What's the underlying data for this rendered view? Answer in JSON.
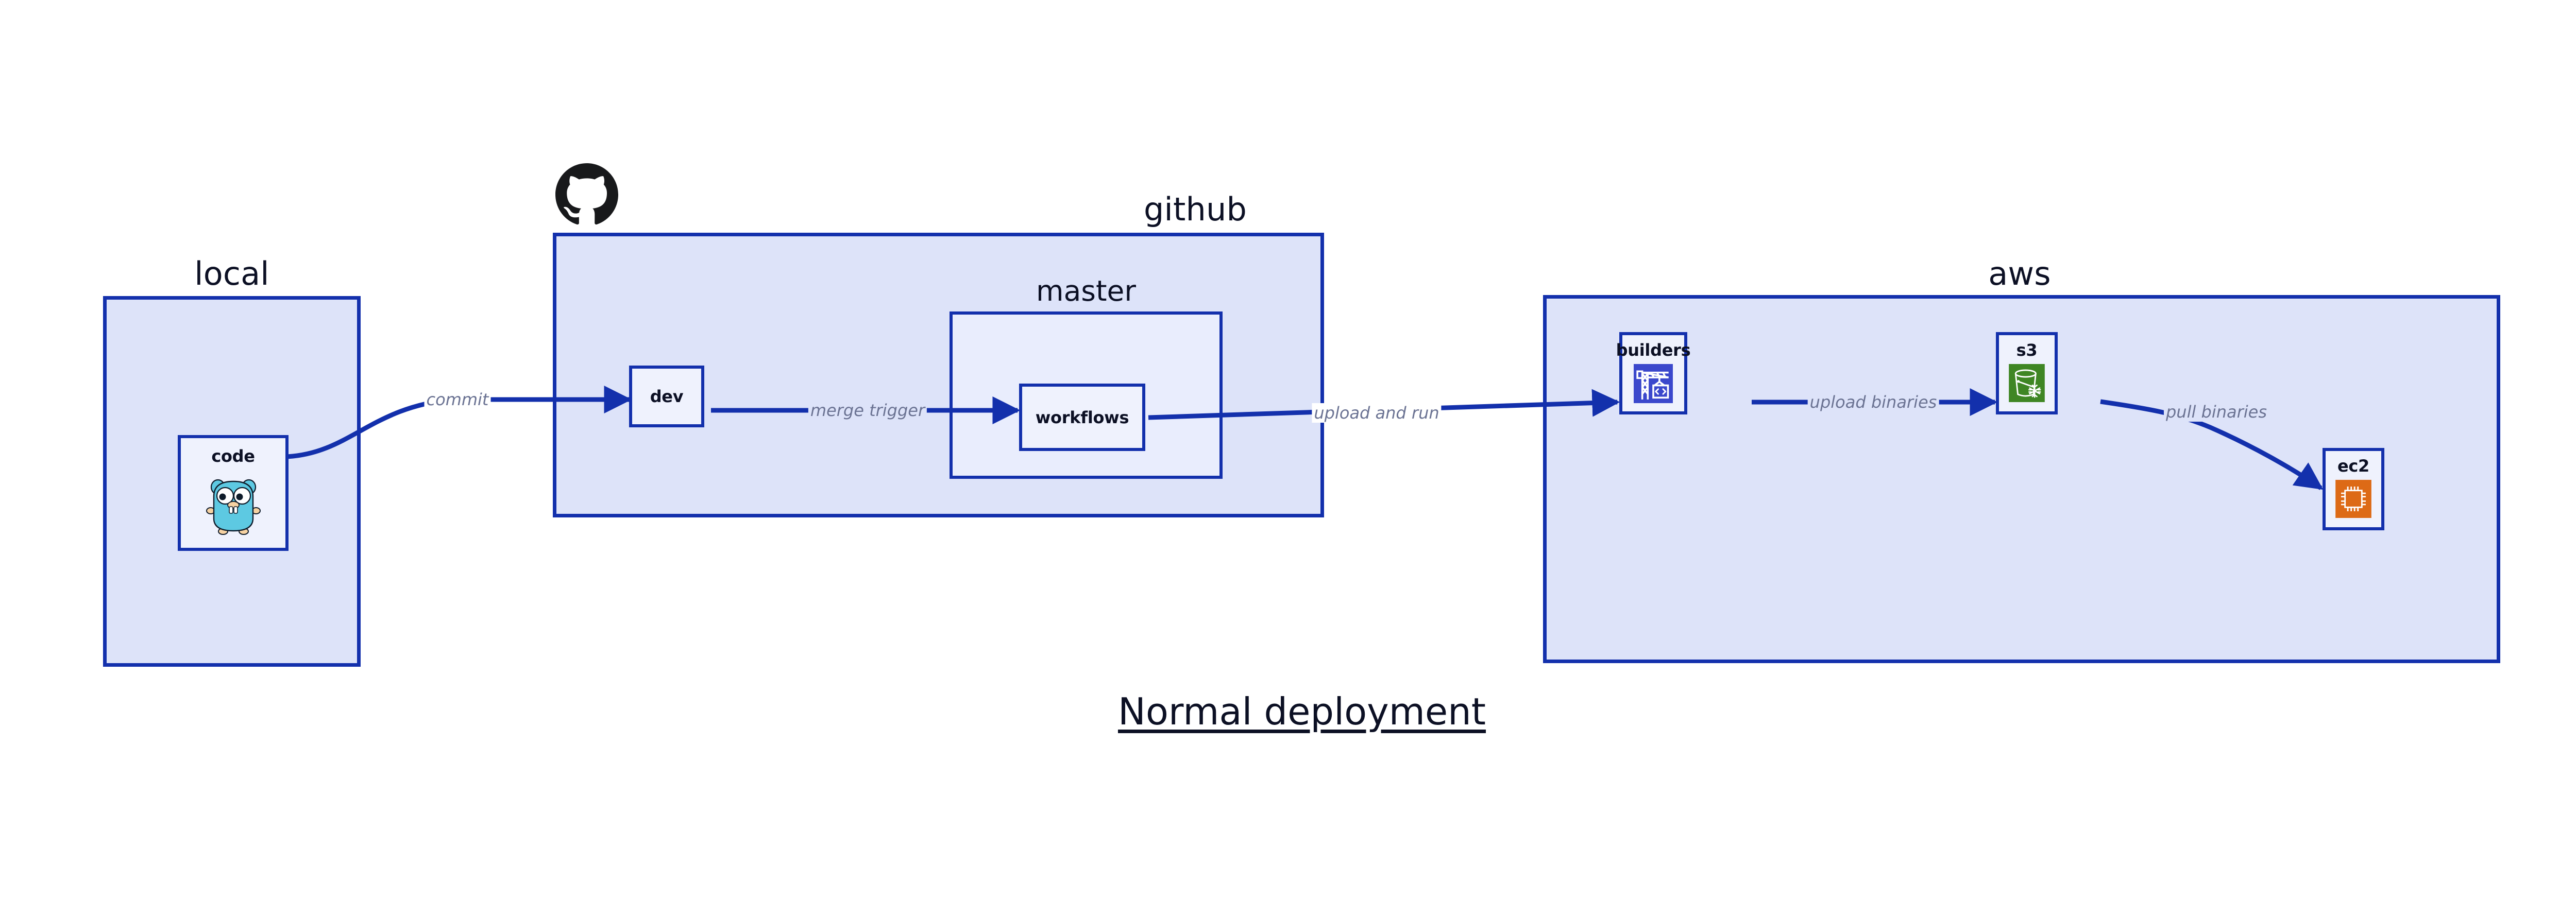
{
  "diagram": {
    "title": "Normal deployment",
    "background": "#ffffff",
    "accent_color": "#1330ac",
    "group_fill": "#dde3f9",
    "sub_fill": "#e9edfd",
    "node_fill": "#eff2fd",
    "label_color": "#6b7393"
  },
  "groups": [
    {
      "id": "local",
      "label": "local"
    },
    {
      "id": "github",
      "label": "github"
    },
    {
      "id": "aws",
      "label": "aws"
    }
  ],
  "subgroups": [
    {
      "id": "master",
      "label": "master",
      "parent": "github"
    }
  ],
  "nodes": [
    {
      "id": "code",
      "label": "code",
      "icon": "go-gopher-icon",
      "parent": "local"
    },
    {
      "id": "dev",
      "label": "dev",
      "icon": "none",
      "parent": "github"
    },
    {
      "id": "workflows",
      "label": "workflows",
      "icon": "none",
      "parent": "master"
    },
    {
      "id": "builders",
      "label": "builders",
      "icon": "aws-codebuild-icon",
      "parent": "aws",
      "icon_color": "#3b48cc"
    },
    {
      "id": "s3",
      "label": "s3",
      "icon": "aws-s3-glacier-icon",
      "parent": "aws",
      "icon_color": "#3f8624"
    },
    {
      "id": "ec2",
      "label": "ec2",
      "icon": "aws-ec2-icon",
      "parent": "aws",
      "icon_color": "#dd6a16"
    }
  ],
  "edges": [
    {
      "id": "commit",
      "from": "code",
      "to": "dev",
      "label": "commit"
    },
    {
      "id": "merge-trigger",
      "from": "dev",
      "to": "workflows",
      "label": "merge trigger"
    },
    {
      "id": "upload-and-run",
      "from": "workflows",
      "to": "builders",
      "label": "upload and run"
    },
    {
      "id": "upload-binaries",
      "from": "builders",
      "to": "s3",
      "label": "upload binaries"
    },
    {
      "id": "pull-binaries",
      "from": "s3",
      "to": "ec2",
      "label": "pull binaries"
    }
  ],
  "logos": [
    {
      "id": "github-logo",
      "name": "github-mark-icon",
      "color": "#18191b"
    }
  ]
}
